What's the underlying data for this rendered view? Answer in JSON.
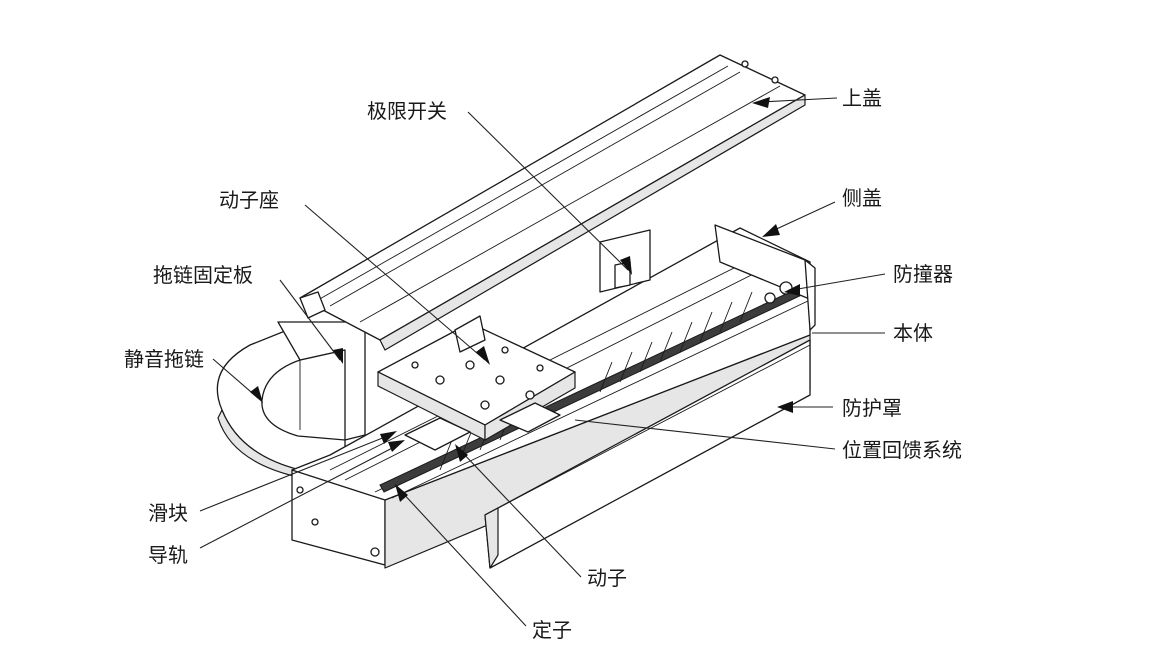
{
  "callouts": {
    "upper_cover": "上盖",
    "limit_switch": "极限开关",
    "mover_seat": "动子座",
    "side_cover": "侧盖",
    "drag_chain_plate": "拖链固定板",
    "bumper": "防撞器",
    "body": "本体",
    "silent_drag_chain": "静音拖链",
    "protective_cover": "防护罩",
    "position_feedback": "位置回馈系统",
    "slider": "滑块",
    "guide_rail": "导轨",
    "mover": "动子",
    "stator": "定子"
  }
}
